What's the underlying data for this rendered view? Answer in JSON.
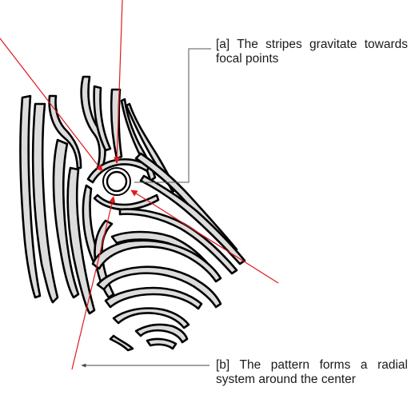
{
  "annotations": [
    {
      "id": "a",
      "marker": "[a]",
      "line1": "[a] The stripes gravitate towards",
      "line2": "focal points"
    },
    {
      "id": "b",
      "marker": "[b]",
      "line1": "[b] The pattern forms a radial",
      "line2": "system around the center"
    }
  ],
  "colors": {
    "stripe_fill": "#dcdcdc",
    "stripe_outline": "#000000",
    "ray": "#e0191e",
    "leader": "#555555"
  }
}
